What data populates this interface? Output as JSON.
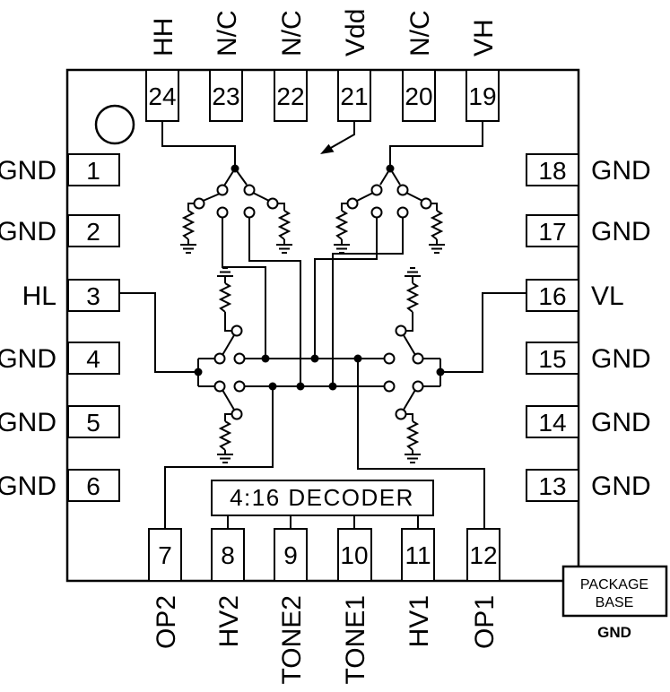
{
  "colors": {
    "line": "#000000",
    "background": "#ffffff"
  },
  "chip": {
    "pins_top": [
      {
        "number": "24",
        "label": "HH"
      },
      {
        "number": "23",
        "label": "N/C"
      },
      {
        "number": "22",
        "label": "N/C"
      },
      {
        "number": "21",
        "label": "Vdd"
      },
      {
        "number": "20",
        "label": "N/C"
      },
      {
        "number": "19",
        "label": "VH"
      }
    ],
    "pins_left": [
      {
        "number": "1",
        "label": "GND"
      },
      {
        "number": "2",
        "label": "GND"
      },
      {
        "number": "3",
        "label": "HL"
      },
      {
        "number": "4",
        "label": "GND"
      },
      {
        "number": "5",
        "label": "GND"
      },
      {
        "number": "6",
        "label": "GND"
      }
    ],
    "pins_right": [
      {
        "number": "18",
        "label": "GND"
      },
      {
        "number": "17",
        "label": "GND"
      },
      {
        "number": "16",
        "label": "VL"
      },
      {
        "number": "15",
        "label": "GND"
      },
      {
        "number": "14",
        "label": "GND"
      },
      {
        "number": "13",
        "label": "GND"
      }
    ],
    "pins_bottom": [
      {
        "number": "7",
        "label": "OP2"
      },
      {
        "number": "8",
        "label": "HV2"
      },
      {
        "number": "9",
        "label": "TONE2"
      },
      {
        "number": "10",
        "label": "TONE1"
      },
      {
        "number": "11",
        "label": "HV1"
      },
      {
        "number": "12",
        "label": "OP1"
      }
    ],
    "decoder_label": "4:16 DECODER",
    "package_base": {
      "line1": "PACKAGE",
      "line2": "BASE",
      "ground_label": "GND"
    }
  }
}
